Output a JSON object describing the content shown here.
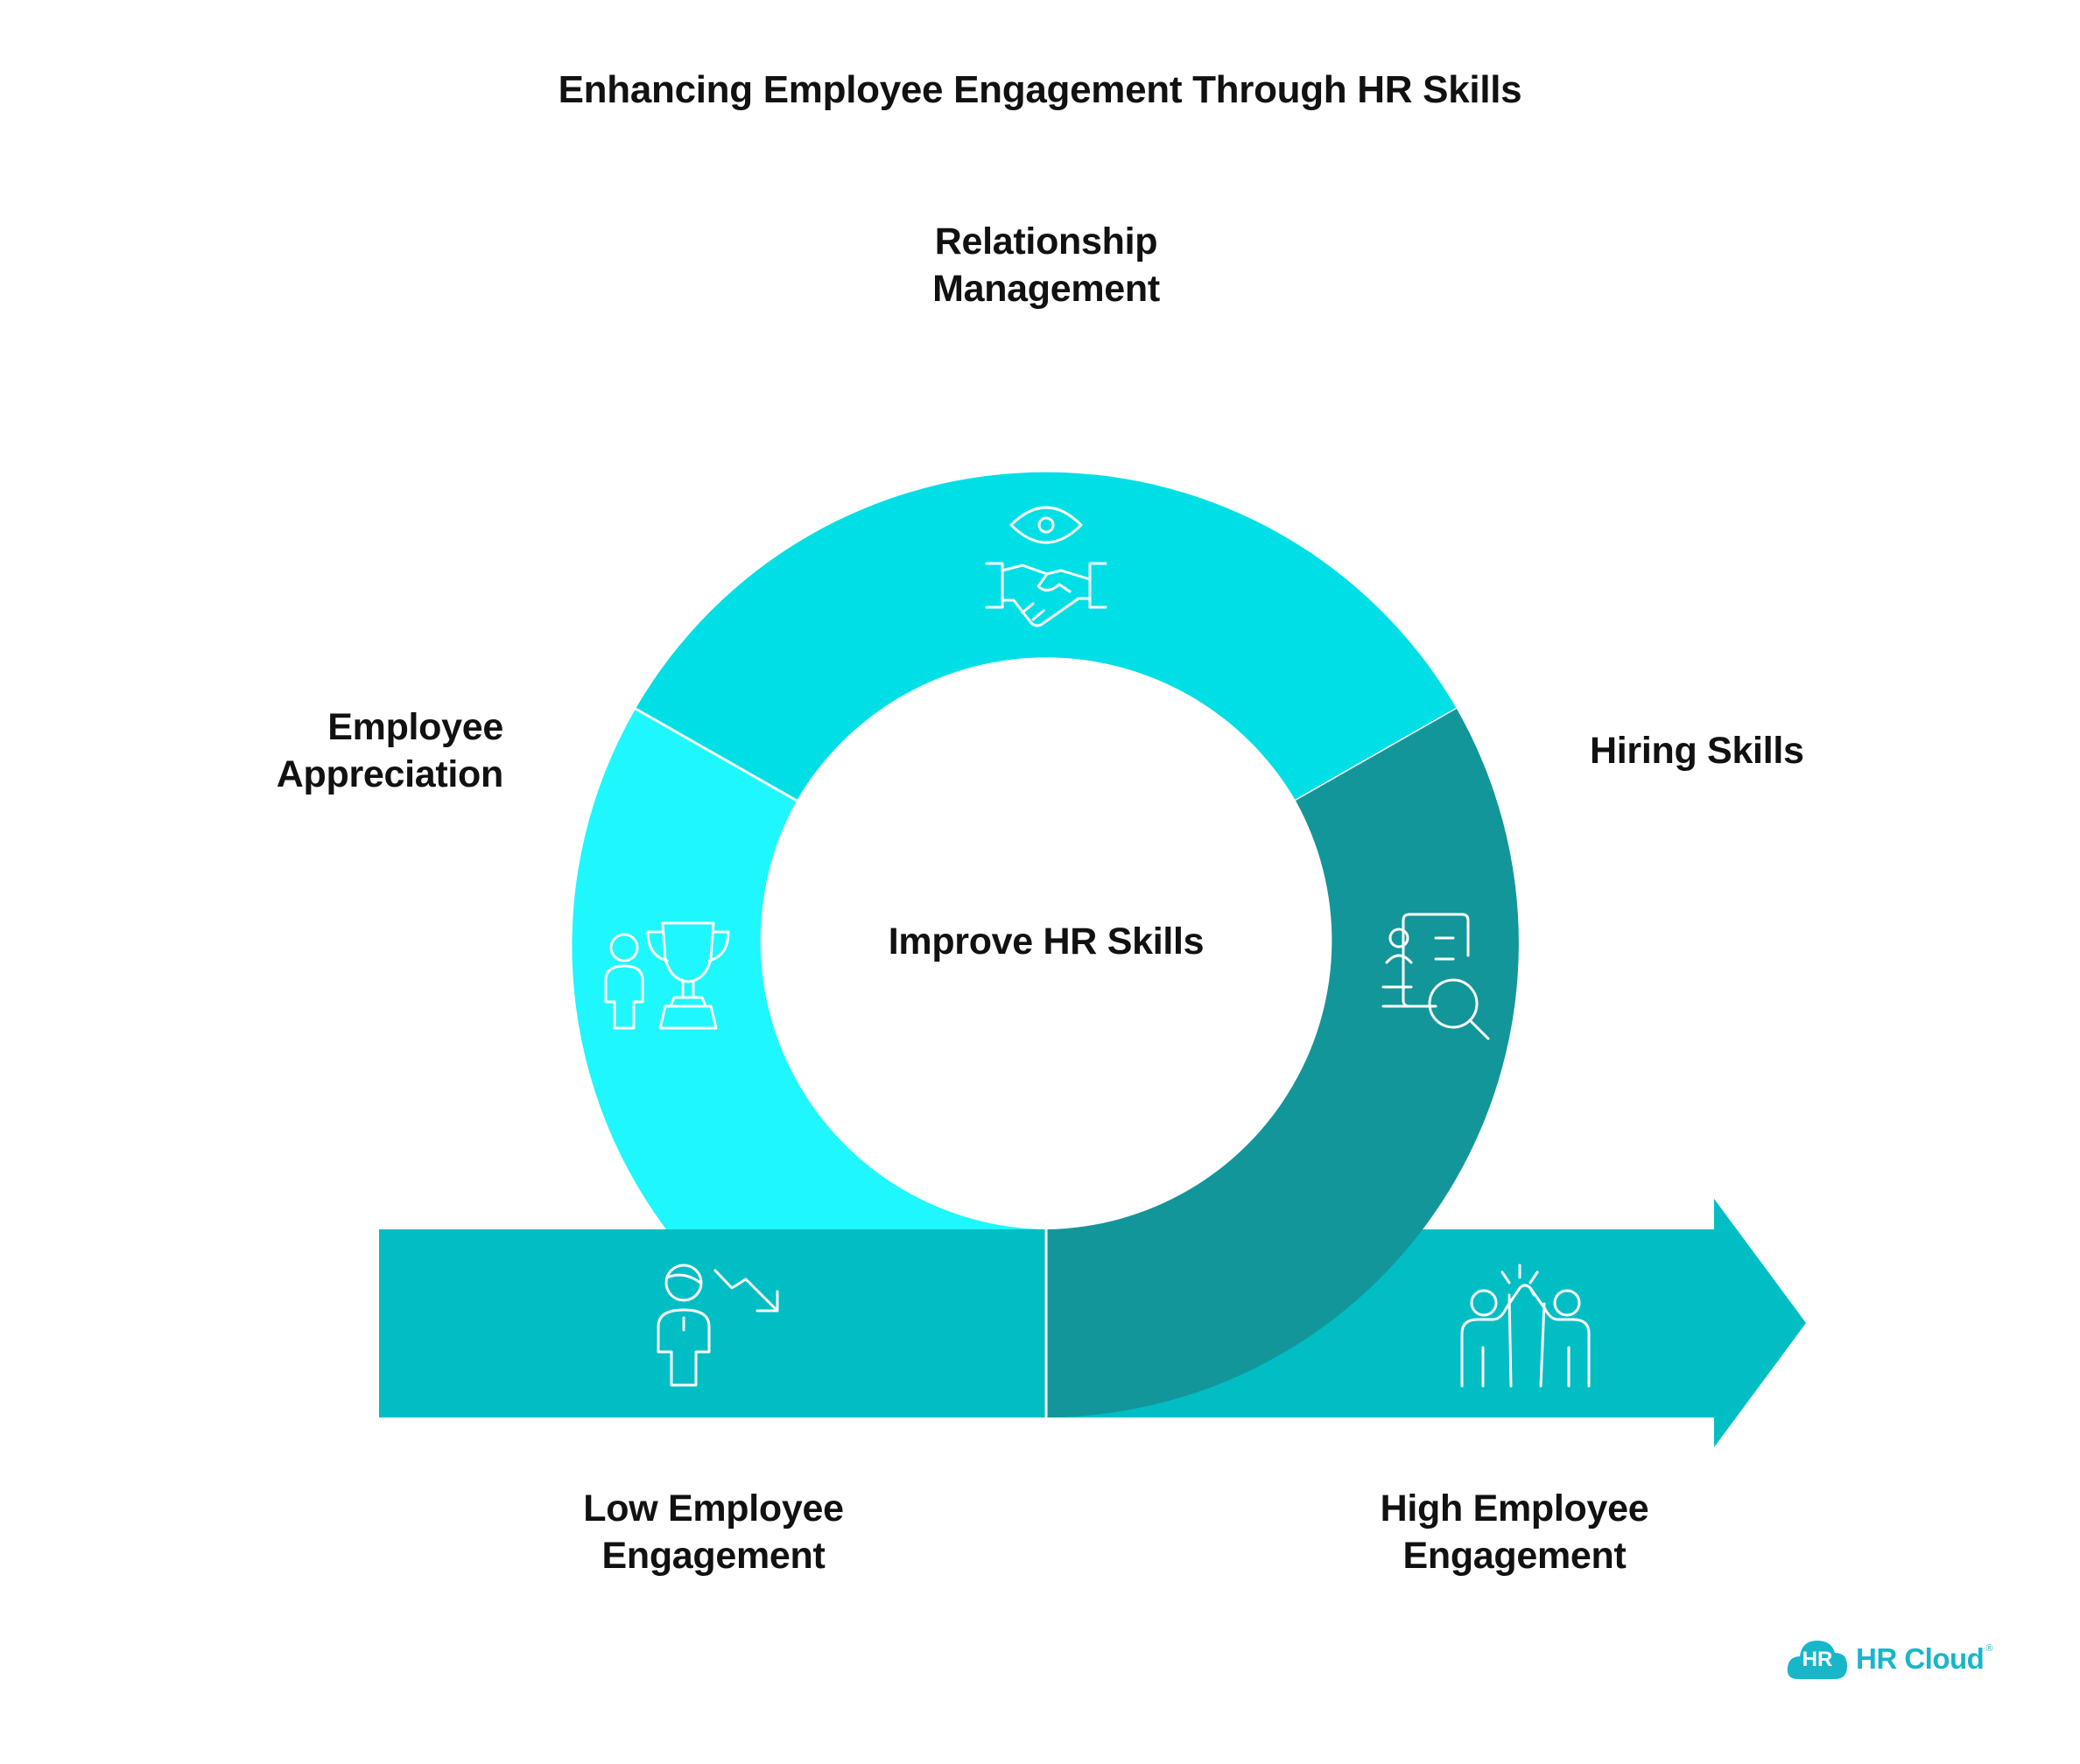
{
  "title": "Enhancing Employee Engagement Through HR Skills",
  "center": "Improve HR Skills",
  "segments": {
    "relationship": {
      "line1": "Relationship",
      "line2": "Management",
      "icon": "handshake-eye-icon",
      "color": "#00dfe6"
    },
    "appreciation": {
      "line1": "Employee",
      "line2": "Appreciation",
      "icon": "person-trophy-icon",
      "color": "#1ef7fd"
    },
    "hiring": {
      "line1": "Hiring Skills",
      "icon": "resume-search-icon",
      "color": "#13969a"
    }
  },
  "arrow": {
    "color": "#00bec4",
    "low": {
      "line1": "Low Employee",
      "line2": "Engagement",
      "icon": "declining-person-icon"
    },
    "high": {
      "line1": "High Employee",
      "line2": "Engagement",
      "icon": "high-five-icon"
    }
  },
  "brand": {
    "mark": "HR",
    "name": "HR Cloud",
    "reg": "®",
    "color": "#18b6c9"
  }
}
